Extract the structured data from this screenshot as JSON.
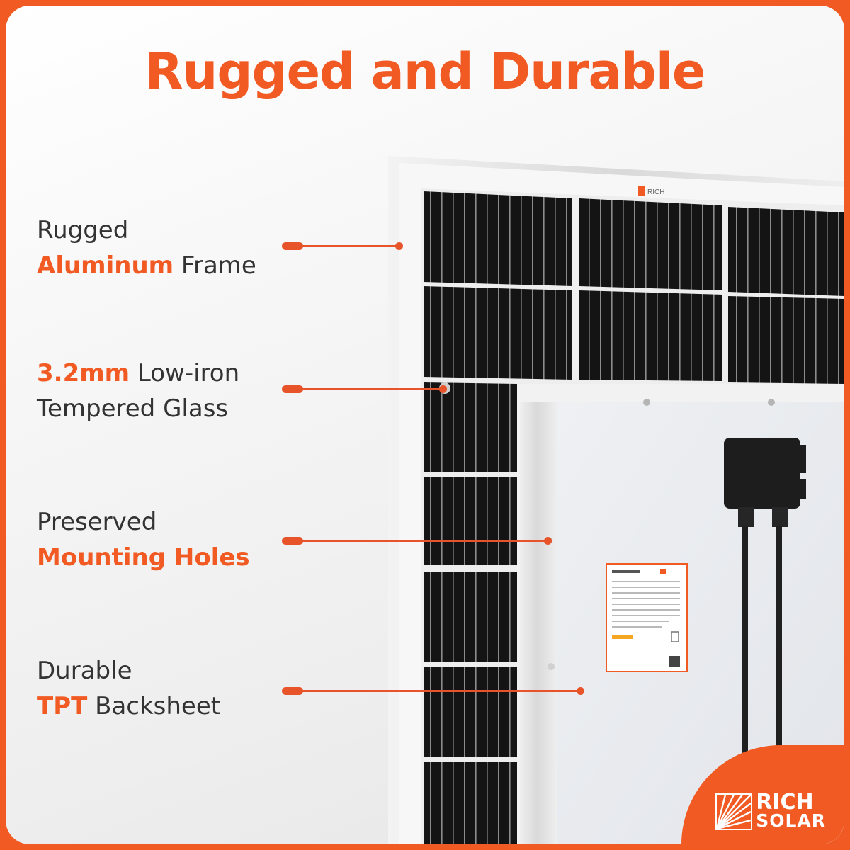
{
  "title": "Rugged and Durable",
  "features": [
    {
      "line1_plain": "Rugged",
      "line2_highlight": "Aluminum",
      "line2_plain": " Frame"
    },
    {
      "line1_highlight": "3.2mm",
      "line1_plain": " Low-iron",
      "line2_plain": "Tempered Glass"
    },
    {
      "line1_plain": "Preserved",
      "line2_highlight": "Mounting Holes"
    },
    {
      "line1_plain": "Durable",
      "line2_highlight": "TPT",
      "line2_plain": " Backsheet"
    }
  ],
  "brand": {
    "line1": "RICH",
    "line2": "SOLAR"
  },
  "colors": {
    "accent": "#f15a22",
    "cell": "#141414",
    "frame": "#dcdcdc",
    "backsheet": "#e9ebee"
  },
  "icons": [
    "solar-panel-illustration",
    "junction-box-icon",
    "spec-label",
    "rich-solar-logo-icon"
  ]
}
